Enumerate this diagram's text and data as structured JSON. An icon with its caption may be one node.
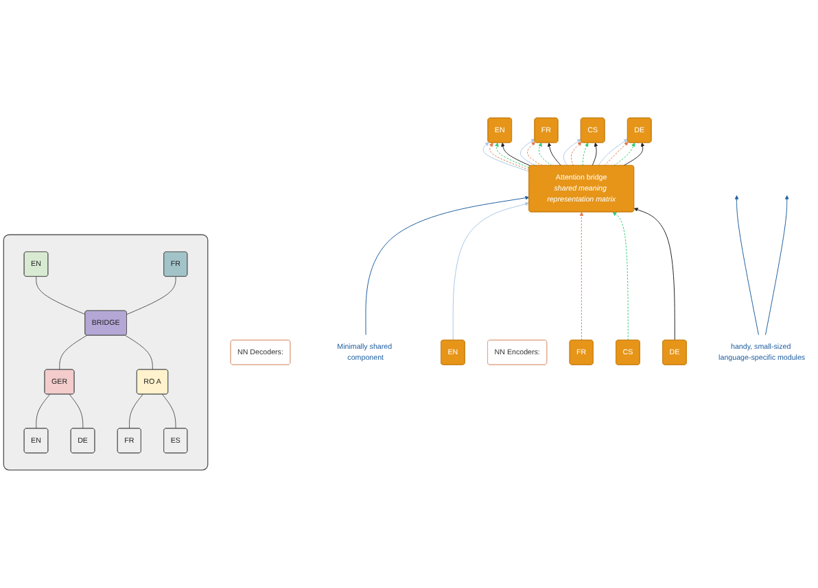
{
  "diagram": {
    "nodes": [
      {
        "text": [],
        "shape": "box"
      },
      {
        "text": [
          "EN"
        ],
        "in": 0
      },
      {
        "text": [
          "FR"
        ],
        "in": 0
      },
      {
        "text": [
          "BRIDGE"
        ],
        "in": 0
      },
      {
        "text": [
          "GER"
        ],
        "in": 0
      },
      {
        "text": [
          "RO A"
        ],
        "in": 0
      },
      {
        "text": [
          "EN"
        ],
        "in": 0
      },
      {
        "text": [
          "DE"
        ],
        "in": 0
      },
      {
        "text": [
          "FR"
        ],
        "in": 0
      },
      {
        "text": [
          "ES"
        ],
        "in": 0
      },
      {
        "text": [
          "NN Decoders:"
        ]
      },
      {
        "text": [
          "EN"
        ]
      },
      {
        "text": [
          "FR"
        ]
      },
      {
        "text": [
          "CS"
        ]
      },
      {
        "text": [
          "DE"
        ]
      },
      {
        "text": [
          "Minimally shared component"
        ]
      },
      {
        "text": [
          "Attention bridge",
          "shared meaning representation matrix"
        ]
      },
      {
        "text": [
          "handy, small-sized language-specific modules"
        ]
      },
      {
        "text": [
          "NN Encoders:"
        ]
      },
      {
        "text": [
          "EN"
        ]
      },
      {
        "text": [
          "FR"
        ]
      },
      {
        "text": [
          "CS"
        ]
      },
      {
        "text": [
          "DE"
        ]
      }
    ],
    "edges": [
      {
        "from": 1,
        "to": 3,
        "arrow": "none"
      },
      {
        "from": 2,
        "to": 3,
        "arrow": "none"
      },
      {
        "from": 3,
        "to": 4,
        "arrow": "none"
      },
      {
        "from": 3,
        "to": 5,
        "arrow": "none"
      },
      {
        "from": 4,
        "to": 6,
        "arrow": "none"
      },
      {
        "from": 4,
        "to": 7,
        "arrow": "none"
      },
      {
        "from": 5,
        "to": 8,
        "arrow": "none"
      },
      {
        "from": 5,
        "to": 9,
        "arrow": "none"
      },
      {
        "from": 15,
        "to": 16,
        "arrow": "to",
        "color": "#1f5fa0"
      },
      {
        "from": 16,
        "to": 11,
        "arrow": "to",
        "color": "#a9c8e6"
      },
      {
        "from": 16,
        "to": 11,
        "arrow": "to",
        "style": "dashed",
        "color": "#e07b4f"
      },
      {
        "from": 16,
        "to": 11,
        "arrow": "to",
        "style": "dashed",
        "color": "#2ecc71"
      },
      {
        "from": 16,
        "to": 11,
        "arrow": "to",
        "color": "#222222"
      },
      {
        "from": 16,
        "to": 12,
        "arrow": "to",
        "color": "#a9c8e6"
      },
      {
        "from": 16,
        "to": 12,
        "arrow": "to",
        "style": "dashed",
        "color": "#e07b4f"
      },
      {
        "from": 16,
        "to": 12,
        "arrow": "to",
        "style": "dashed",
        "color": "#2ecc71"
      },
      {
        "from": 16,
        "to": 12,
        "arrow": "to",
        "color": "#222222"
      },
      {
        "from": 16,
        "to": 13,
        "arrow": "to",
        "color": "#a9c8e6"
      },
      {
        "from": 16,
        "to": 13,
        "arrow": "to",
        "style": "dashed",
        "color": "#e07b4f"
      },
      {
        "from": 16,
        "to": 13,
        "arrow": "to",
        "style": "dashed",
        "color": "#2ecc71"
      },
      {
        "from": 16,
        "to": 13,
        "arrow": "to",
        "color": "#222222"
      },
      {
        "from": 16,
        "to": 14,
        "arrow": "to",
        "color": "#a9c8e6"
      },
      {
        "from": 16,
        "to": 14,
        "arrow": "to",
        "style": "dashed",
        "color": "#e07b4f"
      },
      {
        "from": 16,
        "to": 14,
        "arrow": "to",
        "style": "dashed",
        "color": "#2ecc71"
      },
      {
        "from": 16,
        "to": 14,
        "arrow": "to",
        "color": "#222222"
      },
      {
        "from": 17,
        "to": null,
        "arrow": "to",
        "color": "#1f5fa0"
      },
      {
        "from": 17,
        "to": null,
        "arrow": "to",
        "color": "#1f5fa0"
      },
      {
        "from": 19,
        "to": 16,
        "arrow": "to",
        "color": "#a9c8e6"
      },
      {
        "from": 20,
        "to": 16,
        "arrow": "to",
        "style": "dashed",
        "color": "#e07b4f"
      },
      {
        "from": 21,
        "to": 16,
        "arrow": "to",
        "style": "dashed",
        "color": "#2ecc71"
      },
      {
        "from": 22,
        "to": 16,
        "arrow": "to",
        "color": "#222222"
      }
    ]
  }
}
